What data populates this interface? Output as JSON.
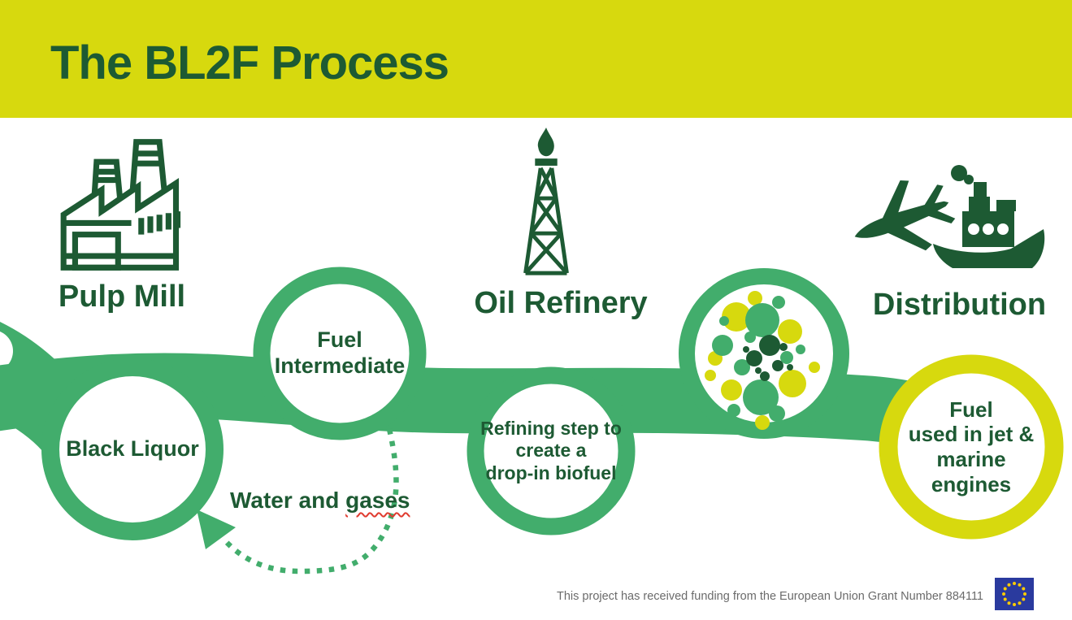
{
  "header": {
    "title": "The BL2F Process"
  },
  "stages": [
    {
      "id": "pulp-mill",
      "label": "Pulp Mill",
      "icon": "factory-icon"
    },
    {
      "id": "oil-refinery",
      "label": "Oil Refinery",
      "icon": "oil-derrick-icon"
    },
    {
      "id": "distribution",
      "label": "Distribution",
      "icons": [
        "airplane-icon",
        "cargo-ship-icon"
      ]
    }
  ],
  "nodes": [
    {
      "id": "black-liquor",
      "lines": [
        "Black Liquor"
      ],
      "ring_color": "#42ad6c"
    },
    {
      "id": "fuel-intermediate",
      "lines": [
        "Fuel",
        "Intermediate"
      ],
      "ring_color": "#42ad6c"
    },
    {
      "id": "refining-step",
      "lines": [
        "Refining step to",
        "create a",
        "drop-in biofuel"
      ],
      "ring_color": "#42ad6c"
    },
    {
      "id": "bl2f-droplet",
      "icon": "bl2f-droplet-logo",
      "lines": [],
      "ring_color": "#42ad6c"
    },
    {
      "id": "fuel-engines",
      "lines": [
        "Fuel",
        "used in jet &",
        "marine",
        "engines"
      ],
      "ring_color": "#d7d90e"
    }
  ],
  "flow_annotation": {
    "text_before": "Water and ",
    "underlined_word": "gases"
  },
  "footer": {
    "funding_text": "This project has received funding from the European Union Grant Number 884111",
    "flag_icon": "eu-flag"
  },
  "colors": {
    "accent_yellow": "#d7d90e",
    "band_green": "#42ad6c",
    "dark_green": "#1d5a33",
    "spellcheck_red": "#e03b2f",
    "footer_gray": "#6b6b6b",
    "eu_blue": "#2a3a9e",
    "eu_star_yellow": "#ffcc00",
    "white": "#ffffff"
  }
}
